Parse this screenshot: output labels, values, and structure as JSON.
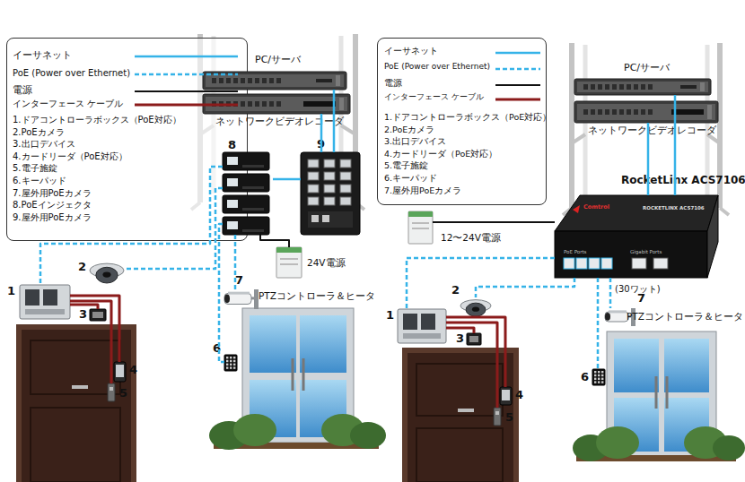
{
  "diagram": {
    "nodes": [
      {
        "text": [
          "PC/サーバ"
        ]
      },
      {
        "text": [
          "ネットワークビデオレコーダ"
        ]
      },
      {
        "text": [
          "8"
        ]
      },
      {
        "text": [
          "9"
        ]
      },
      {
        "text": [
          "24V電源"
        ]
      },
      {
        "text": [
          "2"
        ]
      },
      {
        "text": [
          "1"
        ]
      },
      {
        "text": [
          "3"
        ]
      },
      {
        "text": [
          "4"
        ]
      },
      {
        "text": [
          "5"
        ]
      },
      {
        "text": [
          "6"
        ]
      },
      {
        "text": [
          "7",
          "PTZコントローラ＆ヒータ"
        ]
      },
      {
        "text": [
          "PC/サーバ"
        ]
      },
      {
        "text": [
          "ネットワークビデオレコーダ"
        ]
      },
      {
        "text": [
          "RocketLinx ACS7106",
          "Comtrol",
          "ROCKETLINX ACS7106",
          "PoE Ports",
          "Gigabit Ports"
        ]
      },
      {
        "text": [
          "12〜24V電源"
        ]
      },
      {
        "text": [
          "2"
        ]
      },
      {
        "text": [
          "1"
        ]
      },
      {
        "text": [
          "3"
        ]
      },
      {
        "text": [
          "4"
        ]
      },
      {
        "text": [
          "5"
        ]
      },
      {
        "text": [
          "6"
        ]
      },
      {
        "text": [
          "7",
          "PTZコントローラ＆ヒータ"
        ]
      }
    ],
    "edges": [
      {
        "from": 0,
        "to": 3,
        "arrow": "none"
      },
      {
        "from": 1,
        "to": 3,
        "arrow": "none"
      },
      {
        "from": 3,
        "to": 2,
        "arrow": "none"
      },
      {
        "from": 4,
        "to": 2,
        "arrow": "none"
      },
      {
        "from": 2,
        "to": 6,
        "arrow": "none"
      },
      {
        "from": 2,
        "to": 5,
        "arrow": "none"
      },
      {
        "from": 2,
        "to": 11,
        "arrow": "none"
      },
      {
        "from": 2,
        "to": 10,
        "arrow": "none"
      },
      {
        "from": 6,
        "to": 7,
        "arrow": "none"
      },
      {
        "from": 6,
        "to": 8,
        "arrow": "none"
      },
      {
        "from": 6,
        "to": 9,
        "arrow": "none"
      },
      {
        "from": 12,
        "to": 14,
        "arrow": "none"
      },
      {
        "from": 13,
        "to": 14,
        "arrow": "none"
      },
      {
        "from": 15,
        "to": 14,
        "arrow": "none"
      },
      {
        "from": 14,
        "to": 17,
        "arrow": "none"
      },
      {
        "from": 14,
        "to": 16,
        "arrow": "none"
      },
      {
        "from": 14,
        "to": 21,
        "arrow": "none"
      },
      {
        "from": 14,
        "to": 22,
        "label": "(30ワット)",
        "arrow": "none"
      },
      {
        "from": 17,
        "to": 18,
        "arrow": "none"
      },
      {
        "from": 17,
        "to": 19,
        "arrow": "none"
      },
      {
        "from": 17,
        "to": 20,
        "arrow": "none"
      }
    ],
    "labels": [
      "1.ドアコントローラボックス（PoE対応）",
      "2.PoEカメラ",
      "3.出口デバイス",
      "4.カードリーダ（PoE対応）",
      "5.電子施錠",
      "6.キーパッド",
      "7.屋外用PoEカメラ",
      "8.PoEインジェクタ",
      "9.屋外用PoEカメラ",
      "1.ドアコントローラボックス（PoE対応）",
      "2.PoEカメラ",
      "3.出口デバイス",
      "4.カードリーダ（PoE対応）",
      "5.電子施錠",
      "6.キーパッド",
      "7.屋外用PoEカメラ"
    ],
    "legend": [
      {
        "text": "イーサネット"
      },
      {
        "text": "PoE (Power over Ethernet)"
      },
      {
        "text": "電源"
      },
      {
        "text": "インターフェース ケーブル"
      },
      {
        "text": "イーサネット"
      },
      {
        "text": "PoE (Power over Ethernet)"
      },
      {
        "text": "電源"
      },
      {
        "text": "インターフェース ケーブル"
      }
    ]
  }
}
